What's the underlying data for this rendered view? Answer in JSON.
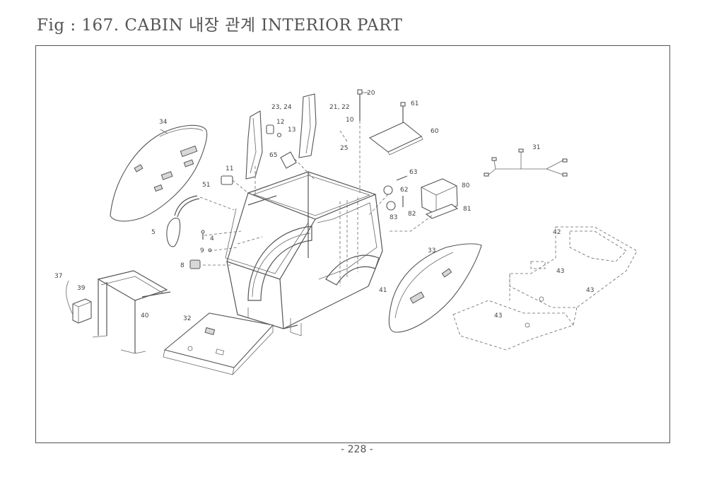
{
  "title": "Fig : 167. CABIN 내장 관계 INTERIOR PART",
  "page_number": "-  228  -",
  "callouts": {
    "c20": "20",
    "c61": "61",
    "c10": "10",
    "c23": "23, 24",
    "c21": "21, 22",
    "c12": "12",
    "c13": "13",
    "c60": "60",
    "c34": "34",
    "c25": "25",
    "c65": "65",
    "c31": "31",
    "c11": "11",
    "c63": "63",
    "c51": "51",
    "c62": "62",
    "c80": "80",
    "c82": "82",
    "c83": "83",
    "c81": "81",
    "c5": "5",
    "c4": "4",
    "c42": "42",
    "c9": "9",
    "c33": "33",
    "c8": "8",
    "c43a": "43",
    "c37": "37",
    "c39": "39",
    "c43b": "43",
    "c41": "41",
    "c40": "40",
    "c43c": "43",
    "c32": "32"
  }
}
